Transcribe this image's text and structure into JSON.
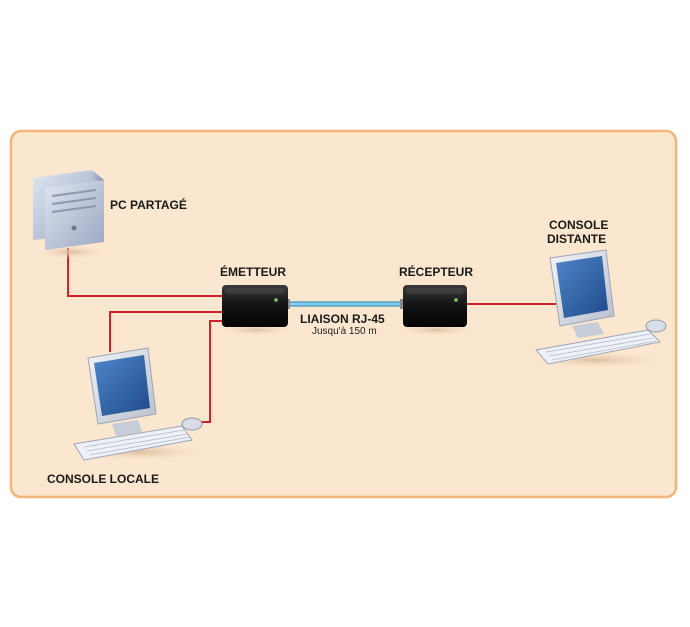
{
  "diagram": {
    "labels": {
      "pc_partage": "PC PARTAGÉ",
      "emetteur": "ÉMETTEUR",
      "recepteur": "RÉCEPTEUR",
      "console_distante_line1": "CONSOLE",
      "console_distante_line2": "DISTANTE",
      "liaison": "LIAISON RJ-45",
      "distance": "Jusqu'à 150 m",
      "console_locale": "CONSOLE LOCALE"
    },
    "colors": {
      "panel_background": "#fbe6cf",
      "panel_border": "#f2b57a",
      "cable_video": "#d0222a",
      "cable_rj45": "#58b8e6",
      "device_body": "#141414"
    },
    "icons": [
      "pc-tower-icon",
      "transmitter-box-icon",
      "receiver-box-icon",
      "remote-console-icon",
      "local-console-icon"
    ]
  }
}
